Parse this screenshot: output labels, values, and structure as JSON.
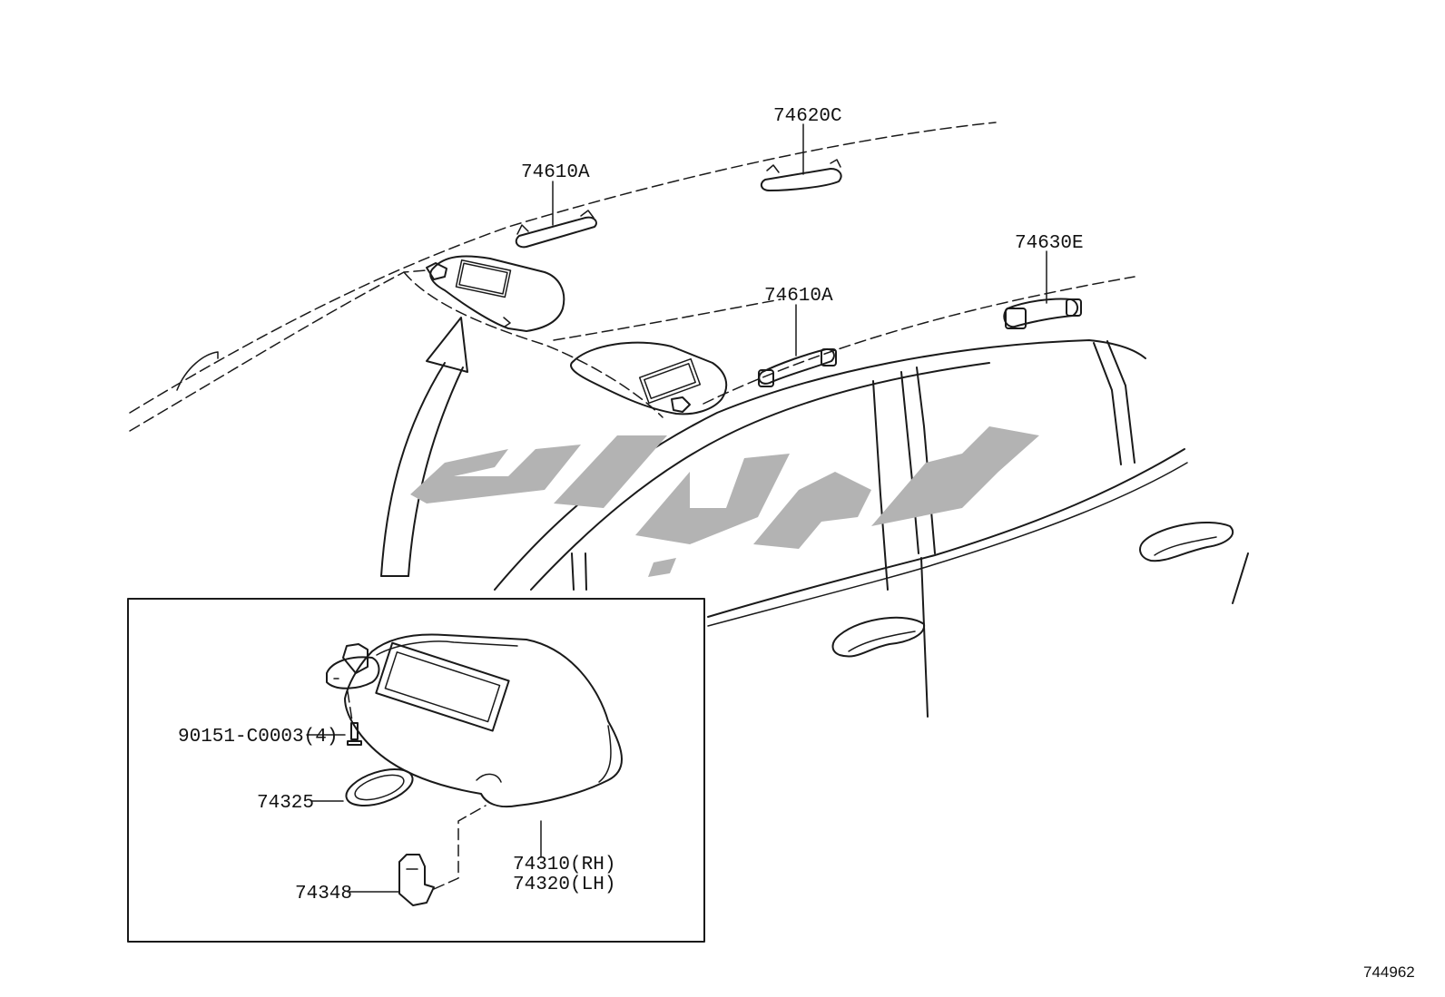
{
  "callouts": {
    "handle_front_left": "74610A",
    "handle_center": "74620C",
    "handle_front_right": "74610A",
    "handle_rear": "74630E"
  },
  "detail": {
    "screw": "90151-C0003(4)",
    "mirror_cover": "74325",
    "holder": "74348",
    "visor_rh": "74310(RH)",
    "visor_lh": "74320(LH)"
  },
  "diagram_ref": "744962"
}
